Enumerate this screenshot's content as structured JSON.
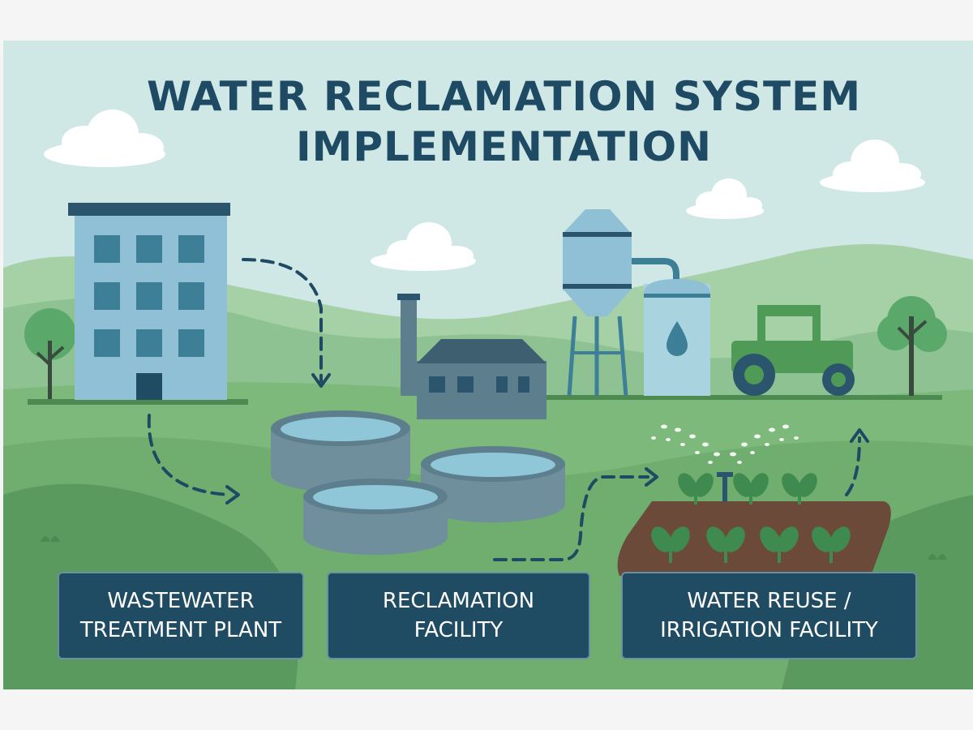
{
  "title": {
    "line1": "WATER RECLAMATION SYSTEM",
    "line2": "IMPLEMENTATION"
  },
  "labels": {
    "wastewater": {
      "line1": "WASTEWATER",
      "line2": "TREATMENT PLANT"
    },
    "reclamation": {
      "line1": "RECLAMATION",
      "line2": "FACILITY"
    },
    "reuse": {
      "line1": "WATER REUSE /",
      "line2": "IRRIGATION FACILITY"
    }
  },
  "colors": {
    "sky": "#cfe8e6",
    "hill_far": "#95c69a",
    "ground": "#7cb879",
    "ground_dark": "#5a9a5e",
    "label_bg": "#1f4b63",
    "title_text": "#1e4a63",
    "building": "#8fc0d6",
    "window": "#3e7f98",
    "factory": "#5d7e8c",
    "tank": "#6f8f9d",
    "water": "#8fc7d8",
    "soil": "#6b4a3a",
    "plant": "#3f8a4e",
    "tractor": "#4e9a56",
    "arrow": "#1e4a63"
  }
}
